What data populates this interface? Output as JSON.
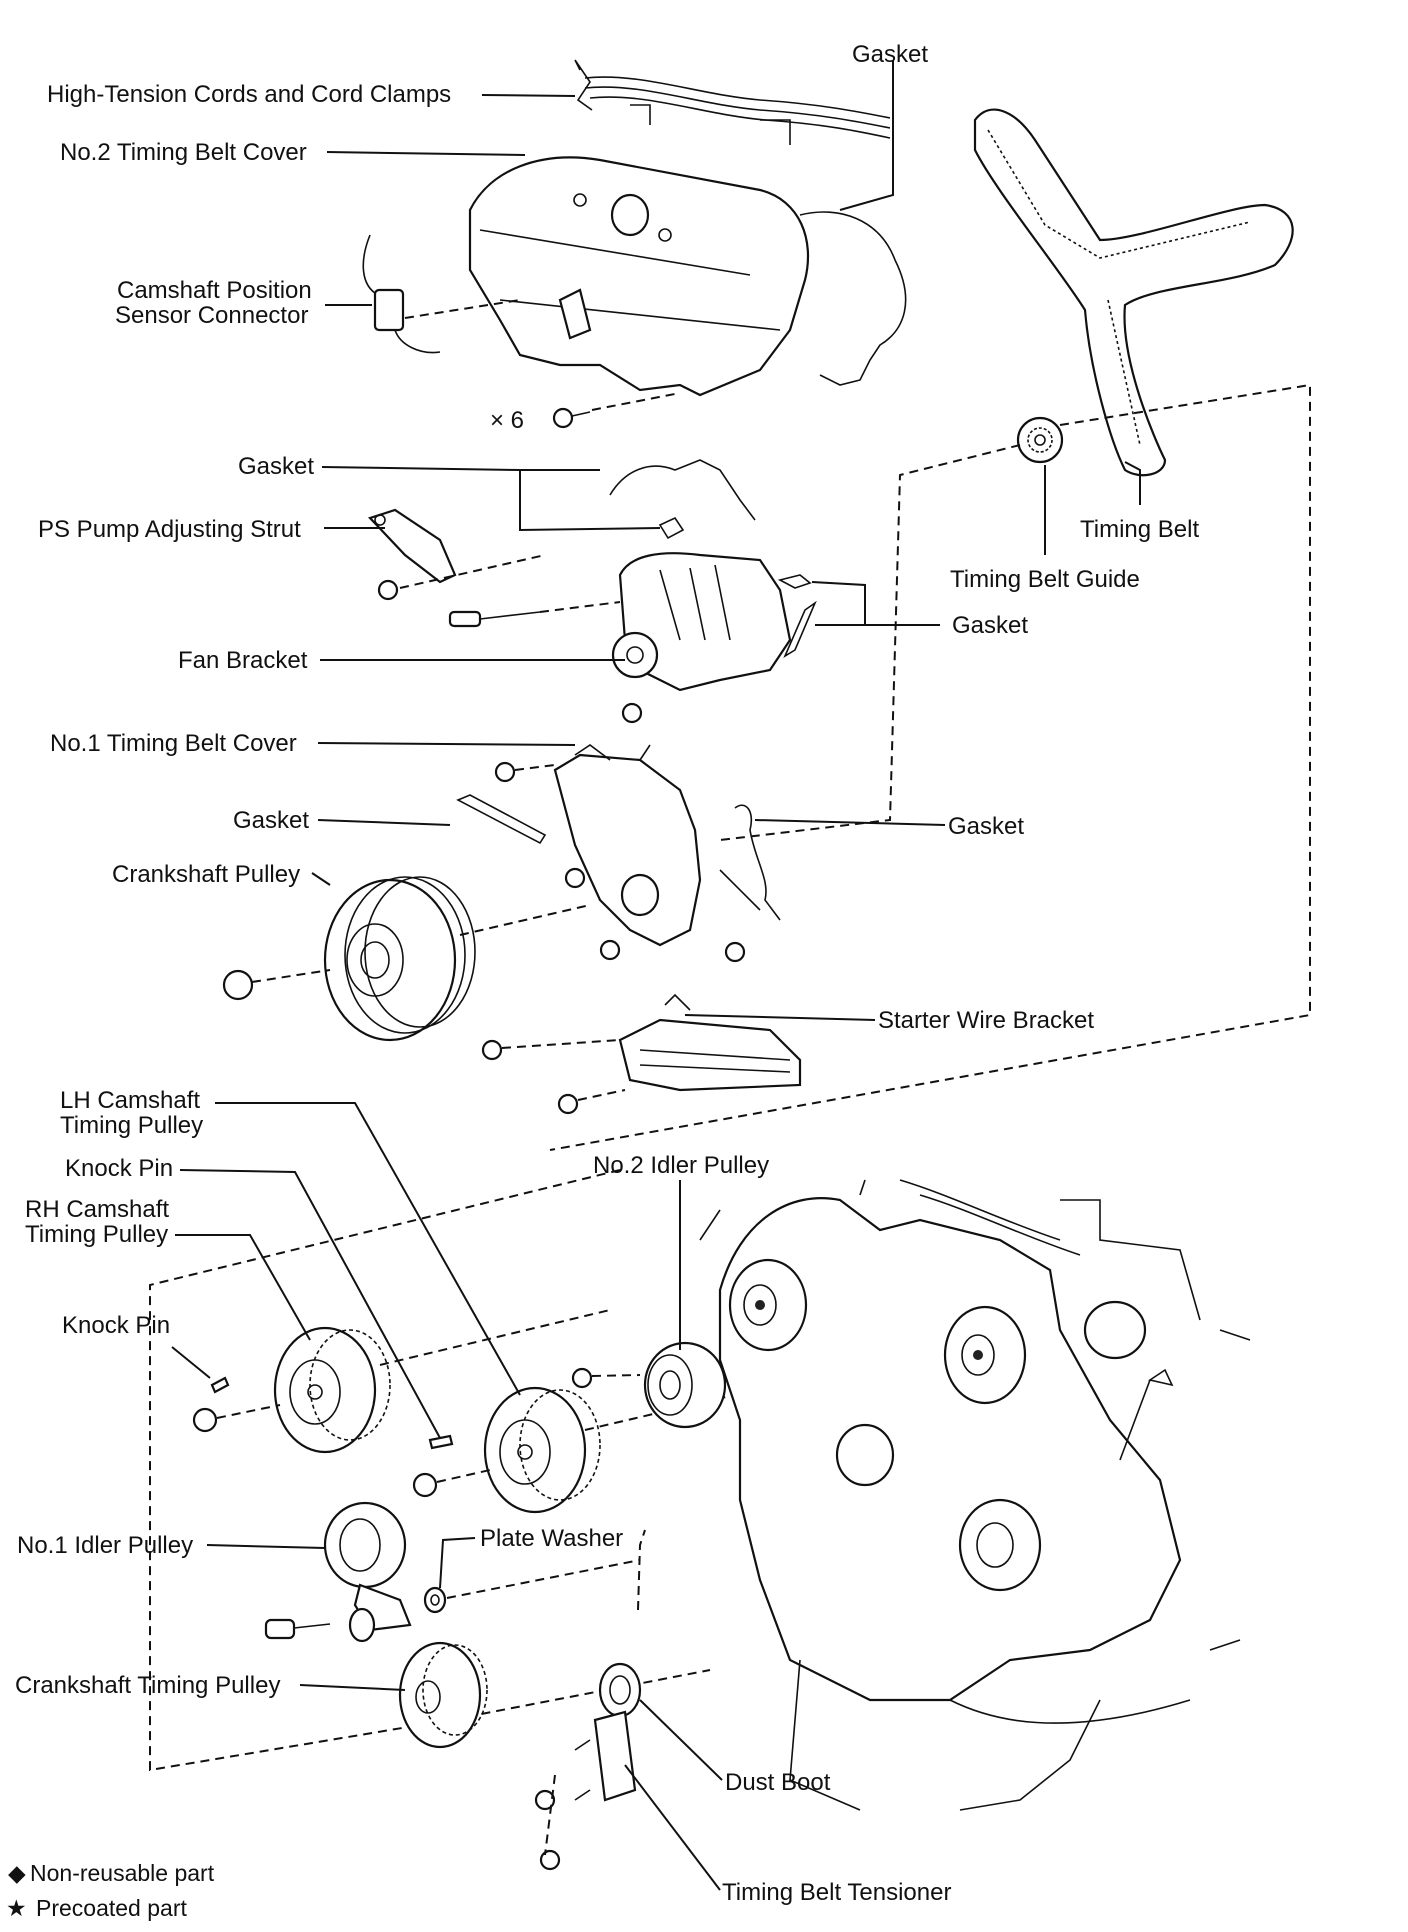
{
  "labels": {
    "gasket_top": "Gasket",
    "cords": "High-Tension Cords and Cord Clamps",
    "no2_cover": "No.2 Timing Belt Cover",
    "cam_sensor_1": "Camshaft Position",
    "cam_sensor_2": "Sensor Connector",
    "x6": "× 6",
    "gasket_2": "Gasket",
    "ps_strut": "PS Pump Adjusting Strut",
    "timing_belt": "Timing Belt",
    "belt_guide": "Timing Belt Guide",
    "gasket_right": "Gasket",
    "fan_bracket": "Fan Bracket",
    "no1_cover": "No.1 Timing Belt Cover",
    "gasket_left": "Gasket",
    "gasket_right2": "Gasket",
    "crank_pulley": "Crankshaft Pulley",
    "starter_bracket": "Starter Wire Bracket",
    "lh_cam_1": "LH Camshaft",
    "lh_cam_2": "Timing Pulley",
    "knock_pin_1": "Knock Pin",
    "no2_idler": "No.2 Idler Pulley",
    "rh_cam_1": "RH Camshaft",
    "rh_cam_2": "Timing Pulley",
    "knock_pin_2": "Knock Pin",
    "no1_idler": "No.1 Idler Pulley",
    "plate_washer": "Plate Washer",
    "crank_timing": "Crankshaft Timing Pulley",
    "dust_boot": "Dust Boot",
    "tensioner": "Timing Belt Tensioner"
  },
  "legend": {
    "non_reusable": "Non-reusable part",
    "non_reusable_symbol": "◆",
    "precoated": "Precoated part",
    "precoated_symbol": "★"
  }
}
